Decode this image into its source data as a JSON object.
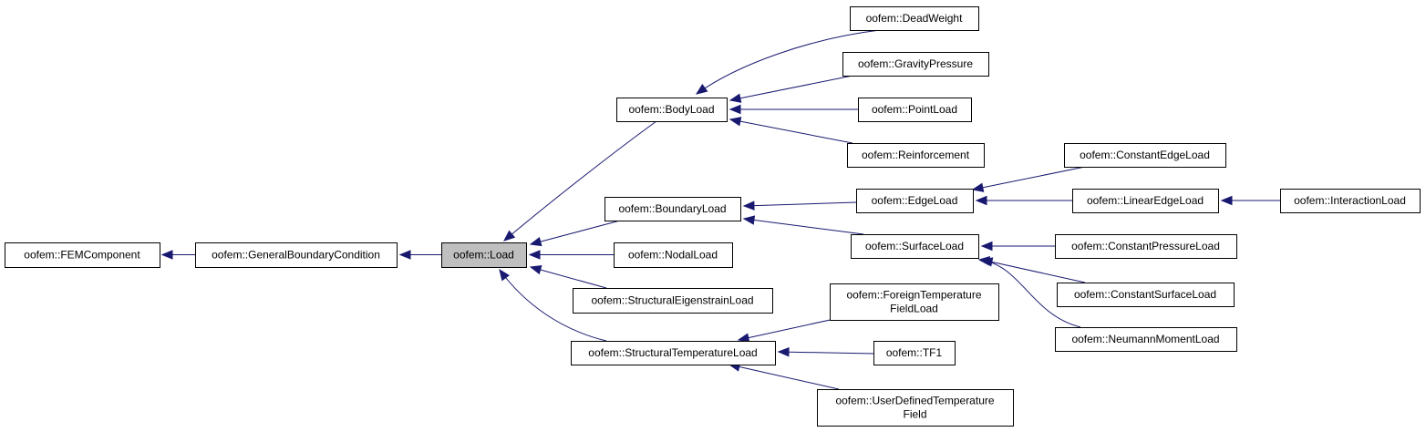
{
  "nodes": [
    {
      "id": "femcomponent",
      "lines": [
        "oofem::FEMComponent"
      ],
      "highlight": false
    },
    {
      "id": "generalbc",
      "lines": [
        "oofem::GeneralBoundaryCondition"
      ],
      "highlight": false
    },
    {
      "id": "load",
      "lines": [
        "oofem::Load"
      ],
      "highlight": true
    },
    {
      "id": "bodyload",
      "lines": [
        "oofem::BodyLoad"
      ],
      "highlight": false
    },
    {
      "id": "boundaryload",
      "lines": [
        "oofem::BoundaryLoad"
      ],
      "highlight": false
    },
    {
      "id": "nodalload",
      "lines": [
        "oofem::NodalLoad"
      ],
      "highlight": false
    },
    {
      "id": "structeigen",
      "lines": [
        "oofem::StructuralEigenstrainLoad"
      ],
      "highlight": false
    },
    {
      "id": "structtemp",
      "lines": [
        "oofem::StructuralTemperatureLoad"
      ],
      "highlight": false
    },
    {
      "id": "deadweight",
      "lines": [
        "oofem::DeadWeight"
      ],
      "highlight": false
    },
    {
      "id": "gravitypressure",
      "lines": [
        "oofem::GravityPressure"
      ],
      "highlight": false
    },
    {
      "id": "pointload",
      "lines": [
        "oofem::PointLoad"
      ],
      "highlight": false
    },
    {
      "id": "reinforcement",
      "lines": [
        "oofem::Reinforcement"
      ],
      "highlight": false
    },
    {
      "id": "edgeload",
      "lines": [
        "oofem::EdgeLoad"
      ],
      "highlight": false
    },
    {
      "id": "surfaceload",
      "lines": [
        "oofem::SurfaceLoad"
      ],
      "highlight": false
    },
    {
      "id": "foreigntemp",
      "lines": [
        "oofem::ForeignTemperature",
        "FieldLoad"
      ],
      "highlight": false
    },
    {
      "id": "tf1",
      "lines": [
        "oofem::TF1"
      ],
      "highlight": false
    },
    {
      "id": "userdefinedtemp",
      "lines": [
        "oofem::UserDefinedTemperature",
        "Field"
      ],
      "highlight": false
    },
    {
      "id": "constantedge",
      "lines": [
        "oofem::ConstantEdgeLoad"
      ],
      "highlight": false
    },
    {
      "id": "linearedge",
      "lines": [
        "oofem::LinearEdgeLoad"
      ],
      "highlight": false
    },
    {
      "id": "interaction",
      "lines": [
        "oofem::InteractionLoad"
      ],
      "highlight": false
    },
    {
      "id": "constantpressure",
      "lines": [
        "oofem::ConstantPressureLoad"
      ],
      "highlight": false
    },
    {
      "id": "constantsurface",
      "lines": [
        "oofem::ConstantSurfaceLoad"
      ],
      "highlight": false
    },
    {
      "id": "neumannmoment",
      "lines": [
        "oofem::NeumannMomentLoad"
      ],
      "highlight": false
    }
  ],
  "edges": [
    {
      "from": "generalbc",
      "to": "femcomponent"
    },
    {
      "from": "load",
      "to": "generalbc"
    },
    {
      "from": "bodyload",
      "to": "load"
    },
    {
      "from": "boundaryload",
      "to": "load"
    },
    {
      "from": "nodalload",
      "to": "load"
    },
    {
      "from": "structeigen",
      "to": "load"
    },
    {
      "from": "structtemp",
      "to": "load"
    },
    {
      "from": "deadweight",
      "to": "bodyload"
    },
    {
      "from": "gravitypressure",
      "to": "bodyload"
    },
    {
      "from": "pointload",
      "to": "bodyload"
    },
    {
      "from": "reinforcement",
      "to": "bodyload"
    },
    {
      "from": "edgeload",
      "to": "boundaryload"
    },
    {
      "from": "surfaceload",
      "to": "boundaryload"
    },
    {
      "from": "constantedge",
      "to": "edgeload"
    },
    {
      "from": "linearedge",
      "to": "edgeload"
    },
    {
      "from": "interaction",
      "to": "linearedge"
    },
    {
      "from": "constantpressure",
      "to": "surfaceload"
    },
    {
      "from": "constantsurface",
      "to": "surfaceload"
    },
    {
      "from": "neumannmoment",
      "to": "surfaceload"
    },
    {
      "from": "foreigntemp",
      "to": "structtemp"
    },
    {
      "from": "tf1",
      "to": "structtemp"
    },
    {
      "from": "userdefinedtemp",
      "to": "structtemp"
    }
  ],
  "colors": {
    "edge": "#191970",
    "highlight_fill": "#bfbfbf",
    "node_fill": "#ffffff",
    "node_stroke": "#000000"
  }
}
